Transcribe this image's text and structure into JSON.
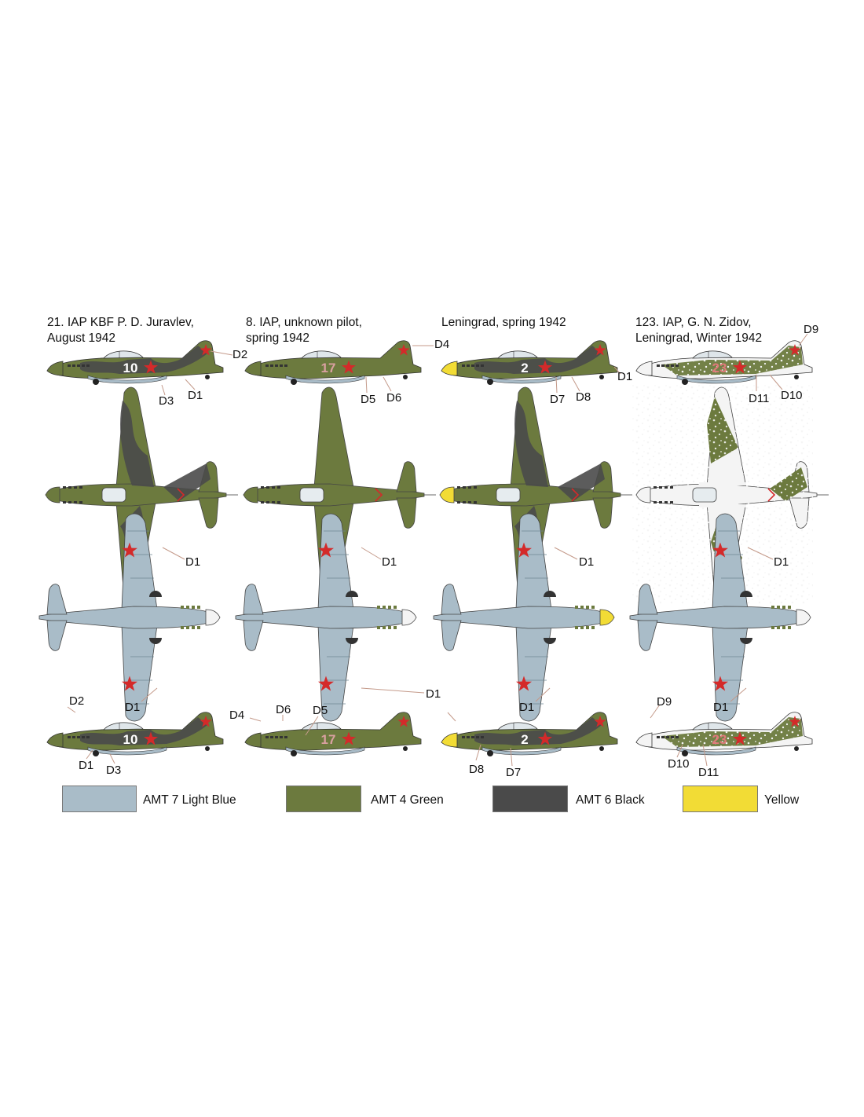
{
  "colors": {
    "light_blue": "#a9bcc8",
    "green": "#6c7a3e",
    "black": "#4a4a4a",
    "yellow": "#f2dc35",
    "star_red": "#d42a2a",
    "snow_white": "#f4f4f4"
  },
  "schemes": [
    {
      "caption": [
        "21. IAP KBF P. D. Juravlev,",
        "August 1942"
      ],
      "nose": "green",
      "camo": "black",
      "snow": false,
      "number": "10"
    },
    {
      "caption": [
        "8. IAP, unknown pilot,",
        "spring 1942"
      ],
      "nose": "green",
      "camo": "none",
      "snow": false,
      "number": "17"
    },
    {
      "caption": [
        "Leningrad, spring 1942"
      ],
      "nose": "yellow",
      "camo": "black",
      "snow": false,
      "number": "2"
    },
    {
      "caption": [
        "123. IAP, G. N. Zidov,",
        "Leningrad, Winter 1942"
      ],
      "nose": "white",
      "camo": "green",
      "snow": true,
      "number": "23"
    }
  ],
  "callouts": {
    "s1": [
      "D2",
      "D3",
      "D1",
      "D1",
      "D2",
      "D1",
      "D1",
      "D3"
    ],
    "s2": [
      "D4",
      "D5",
      "D6",
      "D1",
      "D1",
      "D4",
      "D6",
      "D5"
    ],
    "s3": [
      "D1",
      "D7",
      "D8",
      "D1",
      "D1",
      "D8",
      "D7"
    ],
    "s4": [
      "D9",
      "D11",
      "D10",
      "D1",
      "D1",
      "D9",
      "D10",
      "D11"
    ]
  },
  "legend": [
    {
      "label": "AMT 7 Light Blue",
      "color": "#a9bcc8"
    },
    {
      "label": "AMT 4 Green",
      "color": "#6c7a3e"
    },
    {
      "label": "AMT 6 Black",
      "color": "#4a4a4a"
    },
    {
      "label": "Yellow",
      "color": "#f2dc35"
    }
  ]
}
